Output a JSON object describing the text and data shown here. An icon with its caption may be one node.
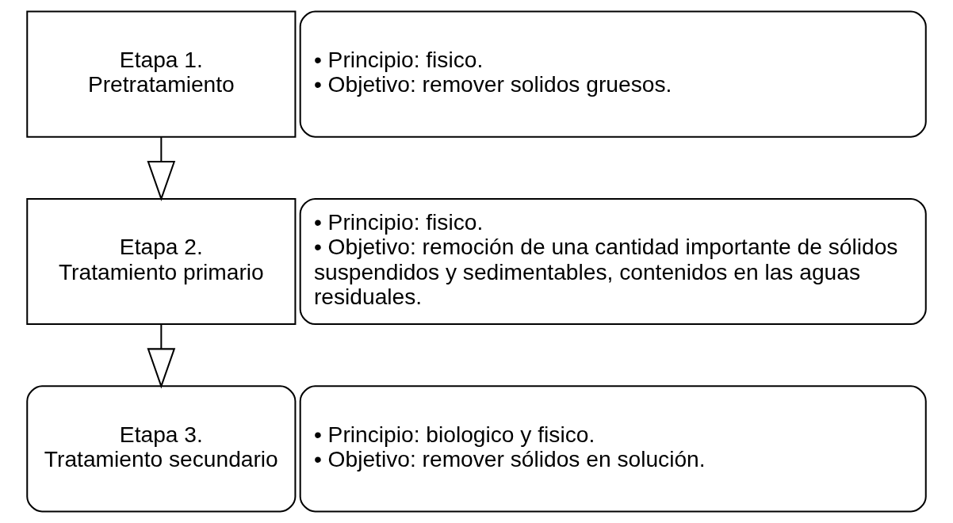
{
  "diagram": {
    "nodes": [
      {
        "text": [
          "Etapa 1.",
          "Pretratamiento"
        ]
      },
      {
        "text": [
          "• Principio: fisico.",
          "• Objetivo: remover solidos gruesos."
        ]
      },
      {
        "text": [
          "Etapa 2.",
          "Tratamiento primario"
        ]
      },
      {
        "text": [
          "• Principio: fisico.",
          "• Objetivo: remoción de una cantidad importante de sólidos suspendidos y sedimentables, contenidos en las aguas residuales."
        ]
      },
      {
        "text": [
          "Etapa 3.",
          "Tratamiento secundario"
        ]
      },
      {
        "text": [
          "• Principio: biologico y fisico.",
          "• Objetivo: remover sólidos en solución."
        ]
      }
    ],
    "edges": [
      {
        "from": 0,
        "to": 2,
        "arrow": "to"
      },
      {
        "from": 2,
        "to": 4,
        "arrow": "to"
      }
    ]
  }
}
